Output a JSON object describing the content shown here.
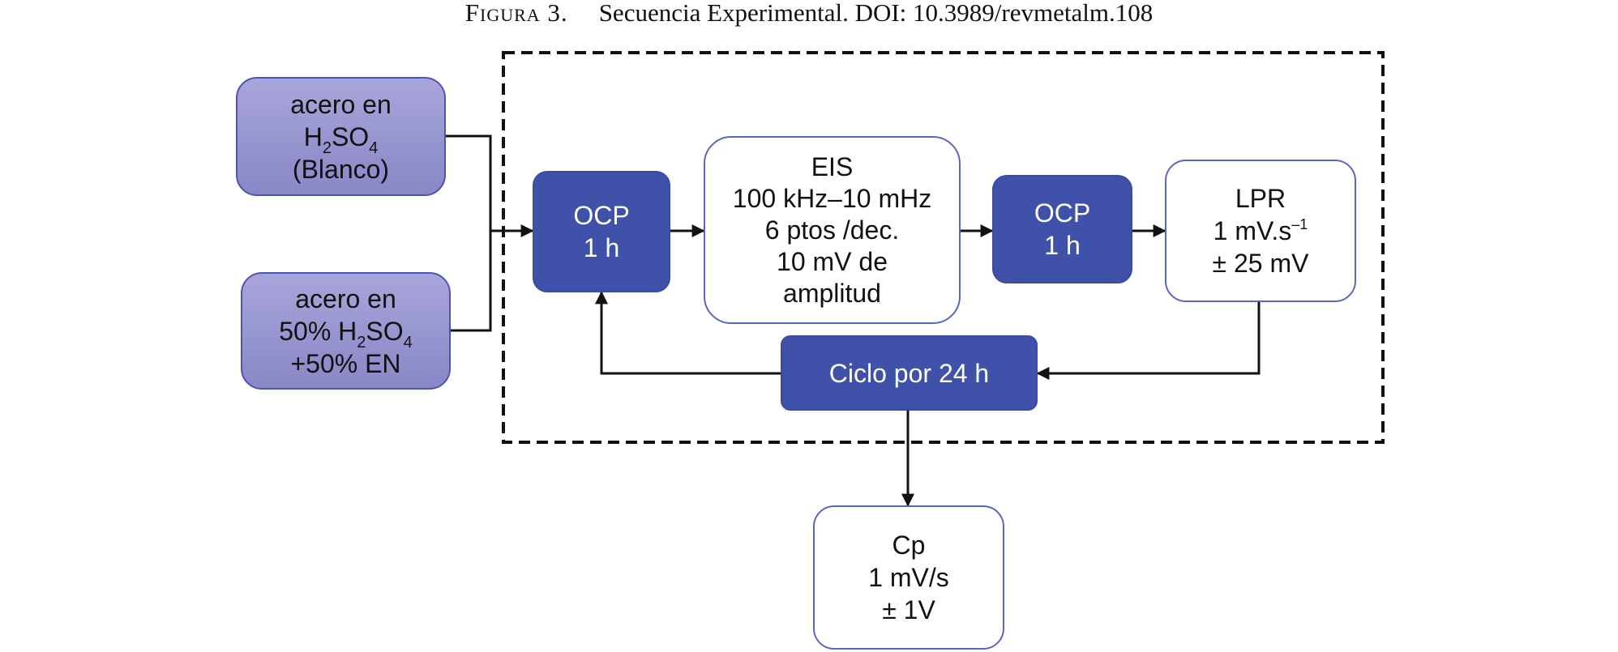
{
  "caption": {
    "figure": "Figura 3.",
    "text": "Secuencia Experimental. DOI: 10.3989/revmetalm.108"
  },
  "sources": {
    "blanco": {
      "line1": "acero en",
      "line2_a": "H",
      "line2_sub1": "2",
      "line2_b": "SO",
      "line2_sub2": "4",
      "line3": "(Blanco)"
    },
    "en": {
      "line1": "acero en",
      "line2_a": "50% H",
      "line2_sub1": "2",
      "line2_b": "SO",
      "line2_sub2": "4",
      "line3": "+50% EN"
    }
  },
  "ocp1": {
    "title": "OCP",
    "duration": "1 h"
  },
  "eis": {
    "title": "EIS",
    "range": "100 kHz–10 mHz",
    "points": "6 ptos /dec.",
    "amplitude_1": "10 mV de",
    "amplitude_2": "amplitud"
  },
  "ocp2": {
    "title": "OCP",
    "duration": "1 h"
  },
  "lpr": {
    "title": "LPR",
    "rate": "1 mV.s",
    "rate_exp": "–1",
    "range": "± 25 mV"
  },
  "cycle": {
    "label": "Ciclo por 24 h"
  },
  "cp": {
    "title": "Cp",
    "rate": "1 mV/s",
    "range": "± 1V"
  },
  "colors": {
    "dark_box": "#3f51a8",
    "source_box": "#9896d0",
    "white_border": "#5c66bf",
    "arrow": "#111111"
  }
}
